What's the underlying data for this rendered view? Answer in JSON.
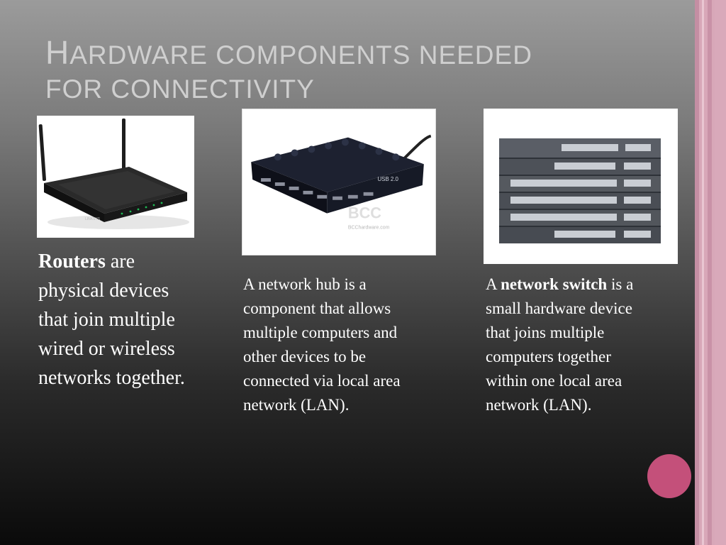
{
  "slide": {
    "title_line1_first": "H",
    "title_line1_rest": "ardware components needed",
    "title_line2": "for connectivity",
    "router_text": {
      "bold": "Routers",
      "rest": " are physical devices that join multiple wired or wireless networks together."
    },
    "hub_text": "A network hub is a component that allows multiple computers and other devices to be connected via local area network (LAN).",
    "switch_text": {
      "prefix": "A ",
      "bold": "network switch",
      "rest": " is a small hardware device that joins multiple computers together within one local area network (LAN)."
    },
    "hub_watermark": "BCC",
    "hub_watermark_sub": "BCChardware.com",
    "hub_device_label": "USB 2.0",
    "router_brand": "LINKSYS",
    "colors": {
      "accent": "#c4507a",
      "stripe": "#d8a7b8",
      "title": "#cfcfcf"
    }
  }
}
